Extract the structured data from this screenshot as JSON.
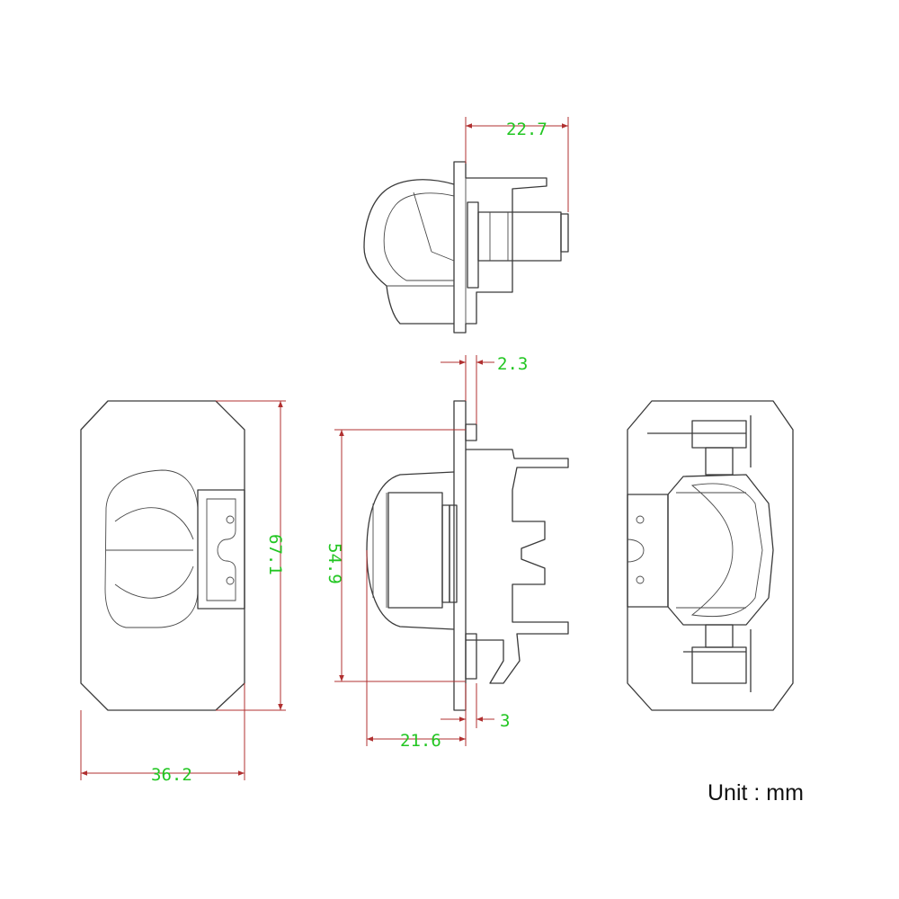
{
  "dimensions": {
    "top_depth": "22.7",
    "flange_thickness": "2.3",
    "front_height": "67.1",
    "front_width": "36.2",
    "side_height": "54.9",
    "side_depth": "21.6",
    "side_lip": "3"
  },
  "unit_label": "Unit : mm",
  "colors": {
    "dimension_line": "#b03030",
    "dimension_text": "#22c622",
    "outline": "#3a3a3a"
  }
}
